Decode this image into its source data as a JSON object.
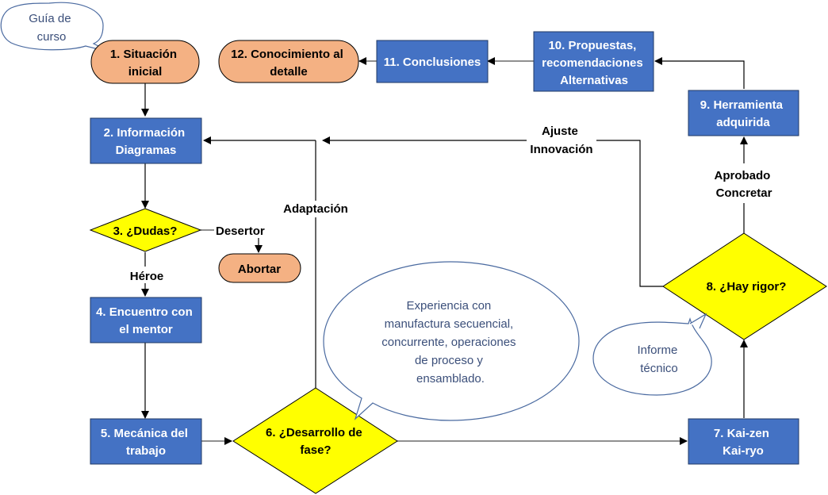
{
  "colors": {
    "process_fill": "#4472c4",
    "terminal_fill": "#f4b183",
    "decision_fill": "#ffff00",
    "callout_stroke": "#4a6aa0",
    "callout_text": "#3b4f7a"
  },
  "nodes": {
    "n1": {
      "lines": [
        "1. Situación",
        "inicial"
      ],
      "shape": "terminal"
    },
    "n2": {
      "lines": [
        "2. Información",
        "Diagramas"
      ],
      "shape": "process"
    },
    "n3": {
      "lines": [
        "3. ¿Dudas?"
      ],
      "shape": "decision"
    },
    "n4": {
      "lines": [
        "4. Encuentro con",
        "el mentor"
      ],
      "shape": "process"
    },
    "n5": {
      "lines": [
        "5. Mecánica del",
        "trabajo"
      ],
      "shape": "process"
    },
    "n6": {
      "lines": [
        "6. ¿Desarrollo de",
        "fase?"
      ],
      "shape": "decision"
    },
    "n7": {
      "lines": [
        "7. Kai-zen",
        "Kai-ryo"
      ],
      "shape": "process"
    },
    "n8": {
      "lines": [
        "8. ¿Hay rigor?"
      ],
      "shape": "decision"
    },
    "n9": {
      "lines": [
        "9. Herramienta",
        "adquirida"
      ],
      "shape": "process"
    },
    "n10": {
      "lines": [
        "10. Propuestas,",
        "recomendaciones",
        "Alternativas"
      ],
      "shape": "process"
    },
    "n11": {
      "lines": [
        "11. Conclusiones"
      ],
      "shape": "process"
    },
    "n12": {
      "lines": [
        "12. Conocimiento al",
        "detalle"
      ],
      "shape": "terminal"
    },
    "abort": {
      "lines": [
        "Abortar"
      ],
      "shape": "terminal"
    }
  },
  "edge_labels": {
    "desertor": "Desertor",
    "heroe": "Héroe",
    "adaptacion": "Adaptación",
    "ajuste": [
      "Ajuste",
      "Innovación"
    ],
    "aprobado": [
      "Aprobado",
      "Concretar"
    ]
  },
  "callouts": {
    "guia": [
      "Guía de",
      "curso"
    ],
    "experiencia": [
      "Experiencia con",
      "manufactura secuencial,",
      "concurrente, operaciones",
      "de proceso y",
      "ensamblado."
    ],
    "informe": [
      "Informe",
      "técnico"
    ]
  }
}
